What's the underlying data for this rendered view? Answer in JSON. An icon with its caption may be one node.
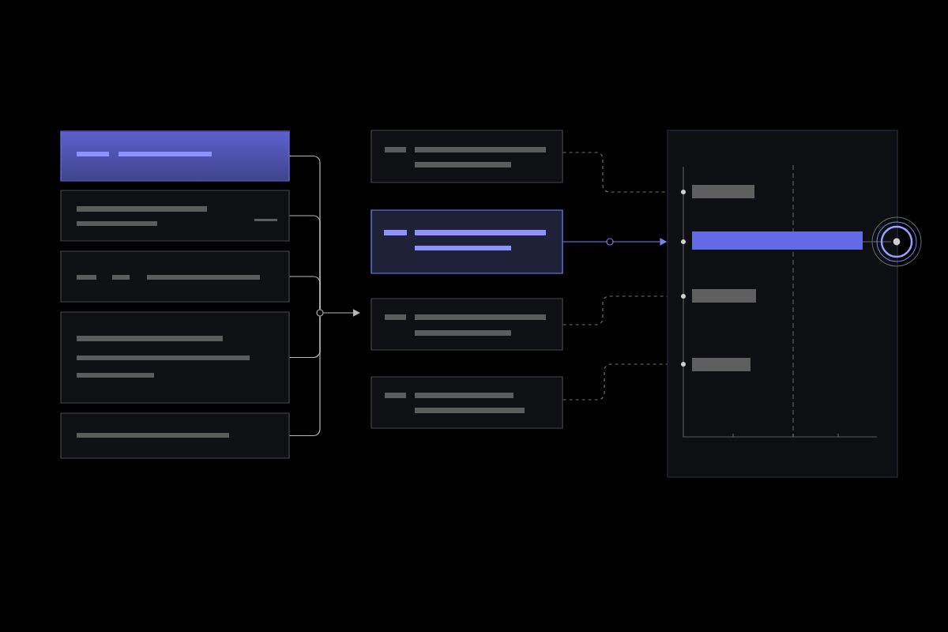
{
  "diagram": {
    "nodes": [
      {
        "text": [],
        "shape": "box"
      },
      {
        "text": [],
        "shape": "box"
      },
      {
        "text": [],
        "shape": "box"
      },
      {
        "text": [],
        "shape": "box"
      },
      {
        "text": [],
        "shape": "box"
      },
      {
        "text": [],
        "shape": "circle"
      },
      {
        "text": [],
        "shape": "box"
      },
      {
        "text": [],
        "shape": "box"
      },
      {
        "text": [],
        "shape": "box"
      },
      {
        "text": [],
        "shape": "box"
      },
      {
        "text": [],
        "shape": "box"
      }
    ],
    "edges": [
      {
        "from": 0,
        "to": 5,
        "arrow": "none"
      },
      {
        "from": 1,
        "to": 5,
        "arrow": "none"
      },
      {
        "from": 2,
        "to": 5,
        "arrow": "none"
      },
      {
        "from": 3,
        "to": 5,
        "arrow": "none"
      },
      {
        "from": 4,
        "to": 5,
        "arrow": "none"
      },
      {
        "from": 5,
        "to": null,
        "arrow": "to"
      },
      {
        "from": 6,
        "to": 10,
        "arrow": "none",
        "style": "dashed",
        "color": "#6e6e6e"
      },
      {
        "from": 7,
        "to": 10,
        "arrow": "to",
        "color": "#7c81f2"
      },
      {
        "from": 8,
        "to": 10,
        "arrow": "none",
        "style": "dashed",
        "color": "#6e6e6e"
      },
      {
        "from": 9,
        "to": 10,
        "arrow": "none",
        "style": "dashed",
        "color": "#6e6e6e"
      }
    ]
  }
}
